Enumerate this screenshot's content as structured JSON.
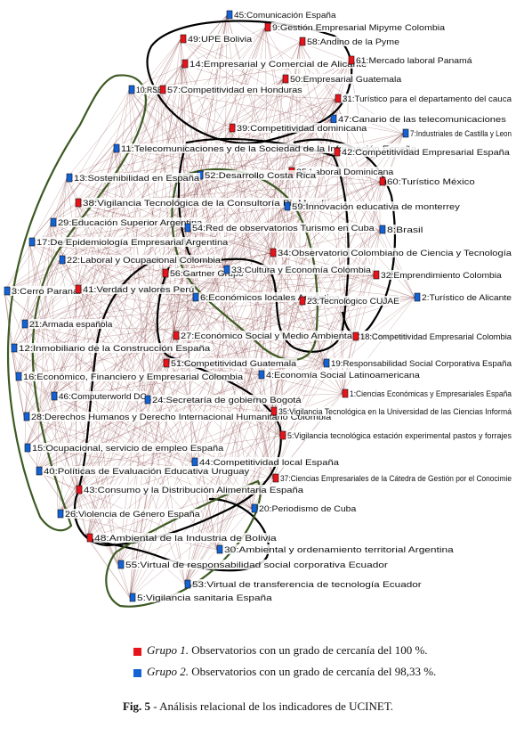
{
  "colors": {
    "group1": "#e8141b",
    "group2": "#1463d6",
    "edges": "#7a2a2a",
    "outline_black": "#000000",
    "outline_green": "#3d5a23"
  },
  "nodes": [
    {
      "id": "45",
      "label": "45:Comunicación España",
      "group": 2
    },
    {
      "id": "9",
      "label": "9:Gestión Empresarial Mipyme Colombia",
      "group": 1
    },
    {
      "id": "49",
      "label": "49:UPE Bolivia",
      "group": 1
    },
    {
      "id": "58",
      "label": "58:Andino de la Pyme",
      "group": 1
    },
    {
      "id": "14",
      "label": "14:Empresarial y Comercial de Alicante",
      "group": 1
    },
    {
      "id": "61",
      "label": "61:Mercado laboral Panamá",
      "group": 1
    },
    {
      "id": "50",
      "label": "50:Empresarial Guatemala",
      "group": 1
    },
    {
      "id": "10",
      "label": "10:RSE",
      "group": 2
    },
    {
      "id": "57",
      "label": "57:Competitividad en Honduras",
      "group": 1
    },
    {
      "id": "31",
      "label": "31:Turístico para el departamento del cauca",
      "group": 1
    },
    {
      "id": "47",
      "label": "47:Canario de las telecomunicaciones",
      "group": 2
    },
    {
      "id": "39",
      "label": "39:Competitividad dominicana",
      "group": 1
    },
    {
      "id": "7",
      "label": "7:Industriales de Castilla y Leon",
      "group": 2
    },
    {
      "id": "11",
      "label": "11:Telecomunicaciones y de la Sociedad de la Información España",
      "group": 2
    },
    {
      "id": "42",
      "label": "42:Competitividad Empresarial España",
      "group": 1
    },
    {
      "id": "25",
      "label": "25:Laboral Dominicana",
      "group": 1
    },
    {
      "id": "52",
      "label": "52:Desarrollo Costa Rica",
      "group": 2
    },
    {
      "id": "60",
      "label": "60:Turístico México",
      "group": 1
    },
    {
      "id": "13",
      "label": "13:Sostenibilidad en España",
      "group": 2
    },
    {
      "id": "38",
      "label": "38:Vigilancia Tecnológica de la Consultoría BioMundi",
      "group": 1
    },
    {
      "id": "59",
      "label": "59:Innovación educativa de monterrey",
      "group": 2
    },
    {
      "id": "29",
      "label": "29:Educación Superior Argentina",
      "group": 2
    },
    {
      "id": "54",
      "label": "54:Red de observatorios Turismo en Cuba",
      "group": 2
    },
    {
      "id": "8",
      "label": "8:Brasil",
      "group": 2
    },
    {
      "id": "17",
      "label": "17:De Epidemiología Empresarial Argentina",
      "group": 2
    },
    {
      "id": "34",
      "label": "34:Observatorio Colombiano de Ciencia y Tecnología",
      "group": 1
    },
    {
      "id": "22",
      "label": "22:Laboral y Ocupacional Colombia",
      "group": 2
    },
    {
      "id": "56",
      "label": "56:Gartner Grupo",
      "group": 1
    },
    {
      "id": "33",
      "label": "33:Cultura y Economía Colombia",
      "group": 2
    },
    {
      "id": "32",
      "label": "32:Emprendimiento Colombia",
      "group": 1
    },
    {
      "id": "3",
      "label": "3:Cerro Paranal",
      "group": 2
    },
    {
      "id": "41",
      "label": "41:Verdad y valores Perú",
      "group": 1
    },
    {
      "id": "6",
      "label": "6:Económicos locales Argentina",
      "group": 2
    },
    {
      "id": "23",
      "label": "23:Tecnológico CUJAE",
      "group": 1
    },
    {
      "id": "2",
      "label": "2:Turístico de Alicante",
      "group": 2
    },
    {
      "id": "21",
      "label": "21:Armada española",
      "group": 2
    },
    {
      "id": "27",
      "label": "27:Económico Social y Medio Ambiental de Canarias",
      "group": 1
    },
    {
      "id": "18",
      "label": "18:Competitividad Empresarial Colombia",
      "group": 1
    },
    {
      "id": "12",
      "label": "12:Inmobiliario de la Construcción España",
      "group": 2
    },
    {
      "id": "51",
      "label": "51:Competitividad Guatemala",
      "group": 1
    },
    {
      "id": "19",
      "label": "19:Responsabilidad Social Corporativa España",
      "group": 2
    },
    {
      "id": "4",
      "label": "4:Economía Social Latinoamericana",
      "group": 2
    },
    {
      "id": "16",
      "label": "16:Económico, Financiero y Empresarial Colombia",
      "group": 2
    },
    {
      "id": "1",
      "label": "1:Ciencias Económicas y Empresariales España",
      "group": 1
    },
    {
      "id": "46",
      "label": "46:Computerworld DC",
      "group": 2
    },
    {
      "id": "24",
      "label": "24:Secretaría de gobierno Bogotá",
      "group": 2
    },
    {
      "id": "28",
      "label": "28:Derechos Humanos y Derecho Internacional Humanitario Colombia",
      "group": 2
    },
    {
      "id": "35",
      "label": "35:Vigilancia Tecnológica en la Universidad de las Ciencias Informá",
      "group": 1
    },
    {
      "id": "15",
      "label": "15:Ocupacional, servicio de empleo España",
      "group": 2
    },
    {
      "id": "5x",
      "label": "5:Vigilancia tecnológica estación experimental pastos y forrajes",
      "group": 1
    },
    {
      "id": "44",
      "label": "44:Competitividad local España",
      "group": 2
    },
    {
      "id": "40",
      "label": "40:Políticas de Evaluación Educativa Uruguay",
      "group": 2
    },
    {
      "id": "37",
      "label": "37:Ciencias Empresariales de la Cátedra de Gestión por el Conocimie",
      "group": 1
    },
    {
      "id": "43",
      "label": "43:Consumo y la Distribución Alimentaria España",
      "group": 1
    },
    {
      "id": "20",
      "label": "20:Periodismo de Cuba",
      "group": 2
    },
    {
      "id": "26",
      "label": "26:Violencia de Género España",
      "group": 2
    },
    {
      "id": "48",
      "label": "48:Ambiental de la Industria de Bolivia",
      "group": 1
    },
    {
      "id": "30",
      "label": "30:Ambiental y ordenamiento territorial Argentina",
      "group": 2
    },
    {
      "id": "55",
      "label": "55:Virtual de responsabilidad social corporativa Ecuador",
      "group": 2
    },
    {
      "id": "53",
      "label": "53:Virtual de transferencia de tecnología Ecuador",
      "group": 2
    },
    {
      "id": "5",
      "label": "5:Vigilancia sanitaria España",
      "group": 2
    }
  ],
  "legend": [
    {
      "group": 1,
      "title": "Grupo 1.",
      "text": "Observatorios con un grado de cercanía del 100 %."
    },
    {
      "group": 2,
      "title": "Grupo 2.",
      "text": "Observatorios con un grado de cercanía del 98,33 %."
    }
  ],
  "caption": {
    "label": "Fig. 5",
    "text": "- Análisis relacional de los indicadores de UCINET."
  }
}
